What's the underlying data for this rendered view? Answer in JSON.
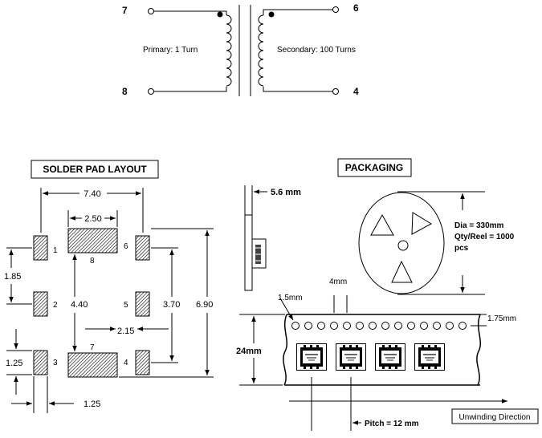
{
  "transformer": {
    "pin_7": "7",
    "pin_8": "8",
    "pin_6": "6",
    "pin_4": "4",
    "primary_label": "Primary: 1 Turn",
    "secondary_label": "Secondary: 100 Turns"
  },
  "solder_pad": {
    "title": "SOLDER PAD LAYOUT",
    "dim_740": "7.40",
    "dim_250": "2.50",
    "dim_185": "1.85",
    "dim_440": "4.40",
    "dim_370": "3.70",
    "dim_690": "6.90",
    "dim_215": "2.15",
    "dim_125_left": "1.25",
    "dim_125_bottom": "1.25",
    "pad_1": "1",
    "pad_2": "2",
    "pad_3": "3",
    "pad_4": "4",
    "pad_5": "5",
    "pad_6": "6",
    "pad_7": "7",
    "pad_8": "8"
  },
  "packaging": {
    "title": "PACKAGING",
    "thickness": "5.6 mm",
    "dia_line": "Dia = 330mm",
    "qty_line": "Qty/Reel = 1000",
    "pcs_line": "pcs",
    "hole_dia": "1.5mm",
    "hole_pitch": "4mm",
    "edge_offset": "1.75mm",
    "tape_width": "24mm",
    "pitch": "Pitch = 12 mm",
    "unwinding": "Unwinding Direction"
  }
}
